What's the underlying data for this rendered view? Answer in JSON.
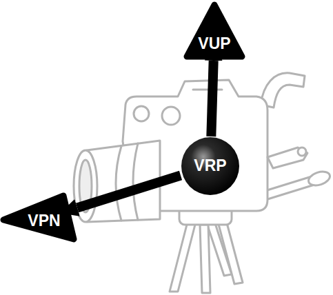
{
  "diagram": {
    "nodes": [
      {
        "text": [
          "VUP"
        ]
      },
      {
        "text": [
          "VRP"
        ]
      },
      {
        "text": [
          "VPN"
        ]
      }
    ],
    "edges": [
      {
        "from": 1,
        "to": 0,
        "arrow": "to"
      },
      {
        "from": 1,
        "to": 2,
        "arrow": "to"
      }
    ]
  }
}
